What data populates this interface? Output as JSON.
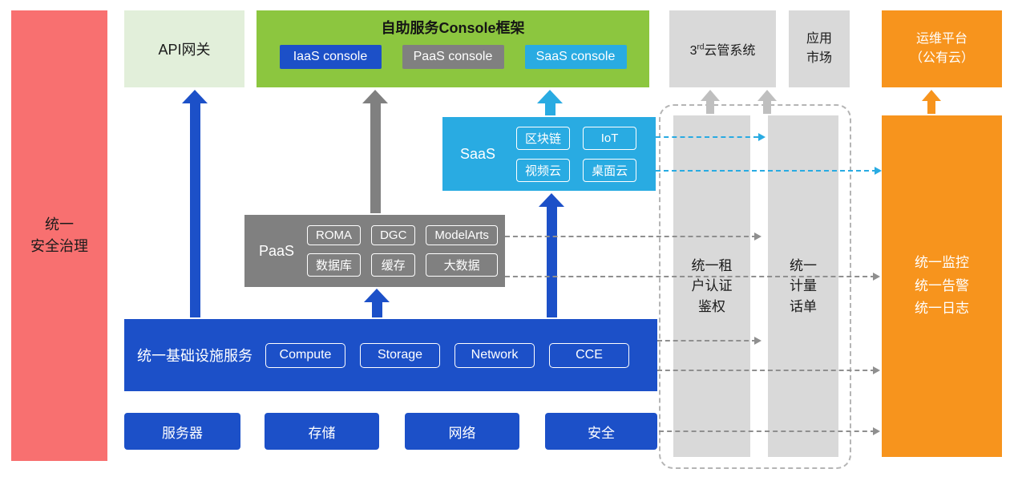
{
  "diagram": {
    "security": {
      "label": "统一\n安全治理"
    },
    "api_gateway": {
      "label": "API网关"
    },
    "console": {
      "title": "自助服务Console框架",
      "items": [
        {
          "label": "IaaS console"
        },
        {
          "label": "PaaS console"
        },
        {
          "label": "SaaS console"
        }
      ]
    },
    "third_party": {
      "base": "3",
      "sup": "rd",
      "rest": "云管系统"
    },
    "app_market": {
      "label": "应用\n市场"
    },
    "om_platform": {
      "label": "运维平台\n（公有云）"
    },
    "saas": {
      "label": "SaaS",
      "items": [
        "区块链",
        "IoT",
        "视频云",
        "桌面云"
      ]
    },
    "paas": {
      "label": "PaaS",
      "items": [
        "ROMA",
        "DGC",
        "ModelArts",
        "数据库",
        "缓存",
        "大数据"
      ]
    },
    "infra": {
      "label": "统一基础设施服务",
      "items": [
        "Compute",
        "Storage",
        "Network",
        "CCE"
      ]
    },
    "hardware": {
      "items": [
        "服务器",
        "存储",
        "网络",
        "安全"
      ]
    },
    "auth": {
      "label": "统一租\n户认证\n鉴权"
    },
    "metering": {
      "label": "统一\n计量\n话单"
    },
    "monitor": {
      "label": "统一监控\n统一告警\n统一日志"
    },
    "colors": {
      "blue": "#1c50c8",
      "cyan": "#29abe2",
      "gray": "#808080",
      "light_gray": "#d9d9d9",
      "green": "#8cc63f",
      "light_green": "#e2efda",
      "orange": "#f7941d",
      "red": "#f87070"
    }
  }
}
